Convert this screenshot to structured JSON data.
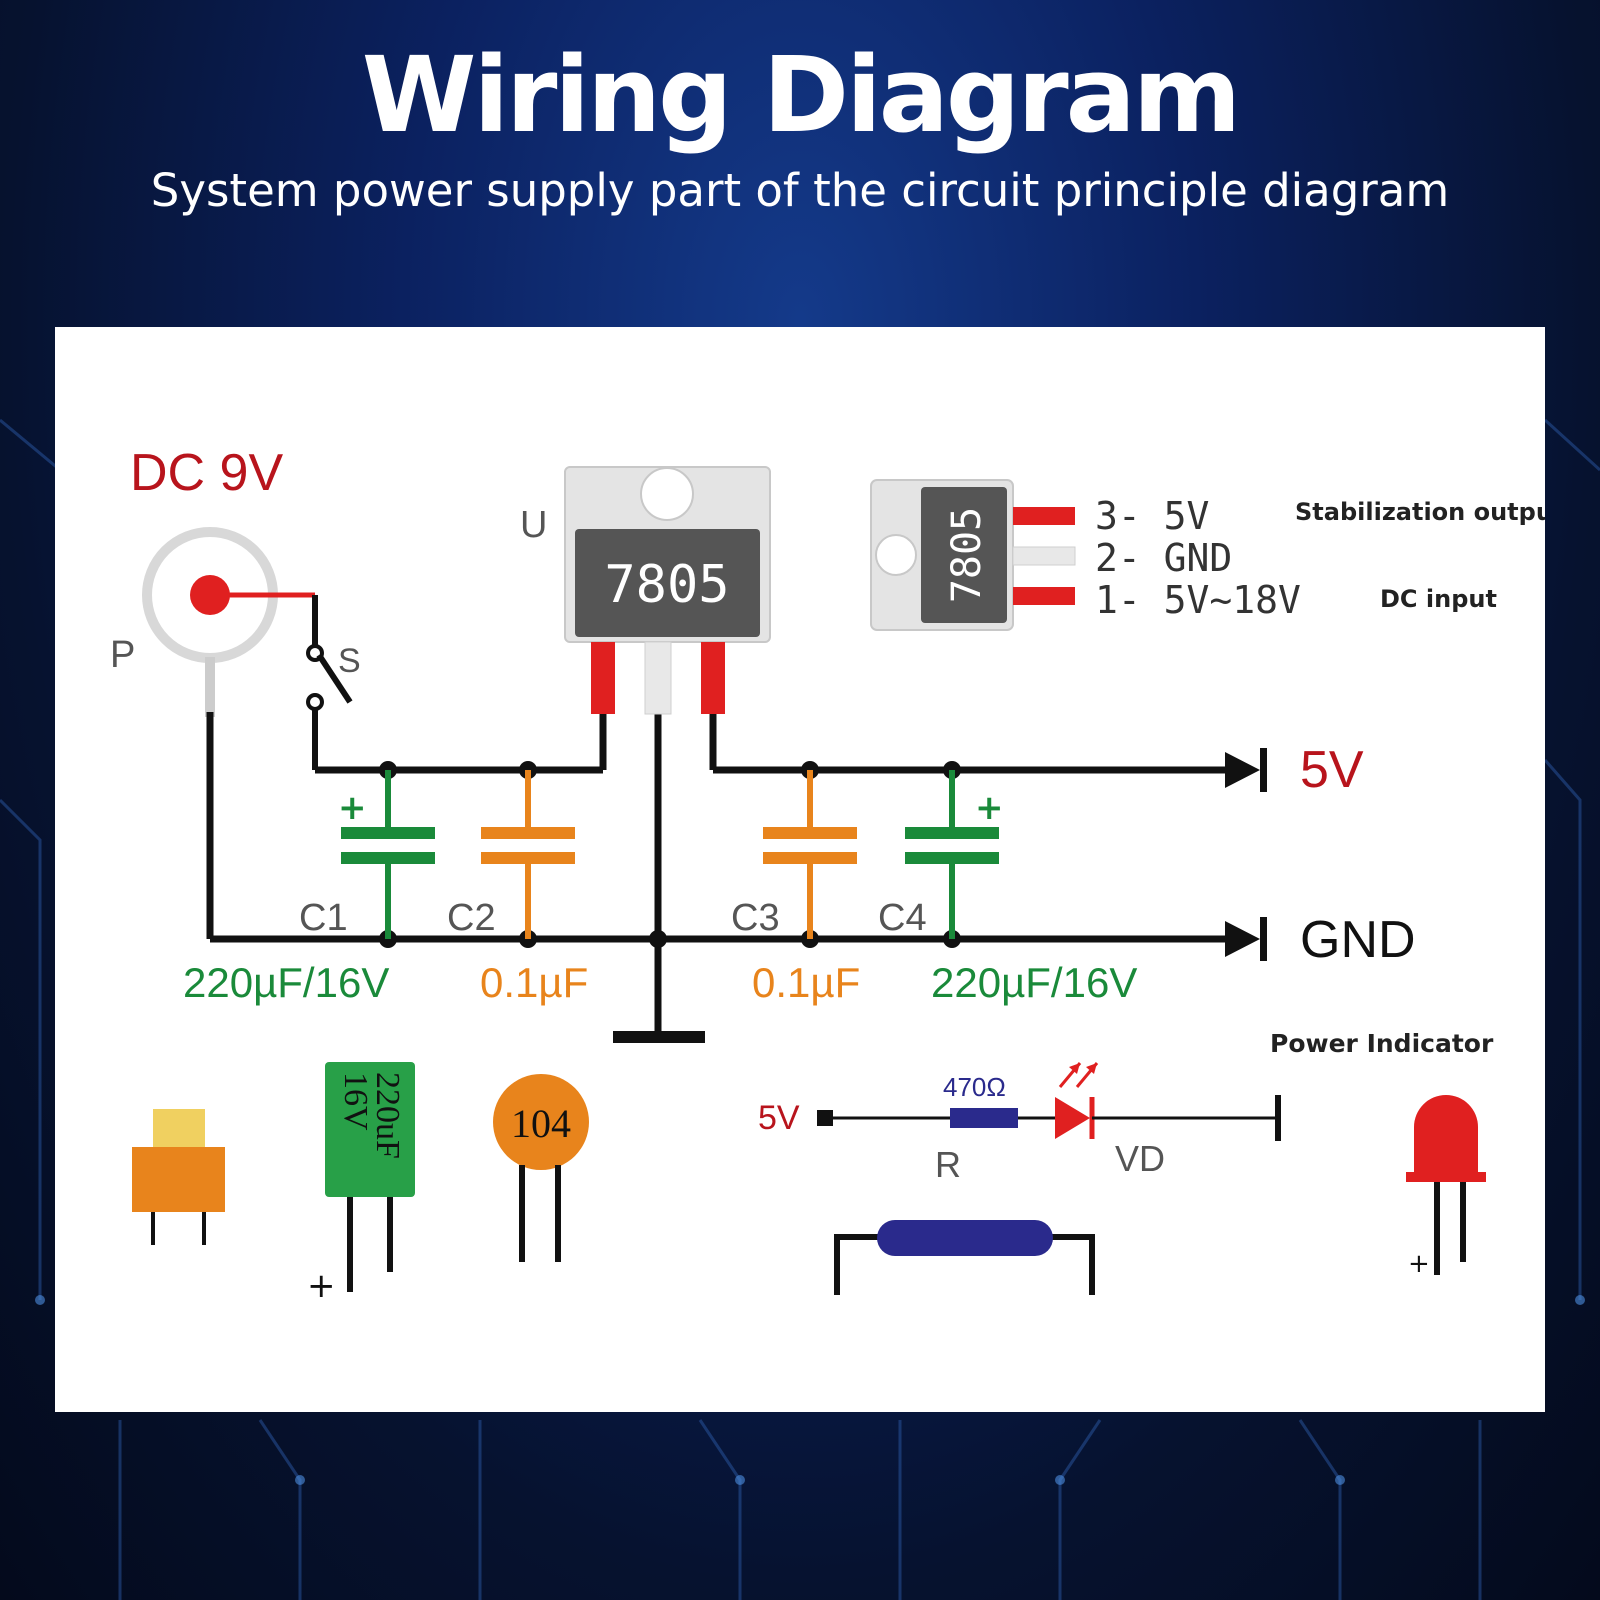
{
  "header": {
    "title": "Wiring Diagram",
    "subtitle": "System power supply part of the circuit principle diagram"
  },
  "schematic": {
    "power_label": "DC 9V",
    "jack_label": "P",
    "switch_label": "S",
    "regulator_label": "U",
    "regulator_part": "7805",
    "output_5v_label": "5V",
    "output_gnd_label": "GND",
    "capacitors": [
      {
        "id": "C1",
        "value": "220µF/16V"
      },
      {
        "id": "C2",
        "value": "0.1µF"
      },
      {
        "id": "C3",
        "value": "0.1µF"
      },
      {
        "id": "C4",
        "value": "220µF/16V"
      }
    ],
    "polarity_plus": "+"
  },
  "pinout": {
    "part": "7805",
    "pins": [
      {
        "text": "3- 5V",
        "desc": "Stabilization output"
      },
      {
        "text": "2- GND",
        "desc": ""
      },
      {
        "text": "1- 5V~18V",
        "desc": "DC input"
      }
    ]
  },
  "indicator": {
    "title": "Power Indicator",
    "input_label": "5V",
    "resistor_value": "470Ω",
    "resistor_label": "R",
    "led_label": "VD"
  },
  "parts": {
    "electrolytic_marking_1": "220uF",
    "electrolytic_marking_2": "16V",
    "ceramic_marking": "104",
    "plus": "+"
  },
  "colors": {
    "red": "#e02020",
    "dark_red": "#b8141c",
    "green": "#1a8a3a",
    "orange": "#e8841c",
    "navy": "#2a2a8c",
    "wire": "#111111"
  }
}
